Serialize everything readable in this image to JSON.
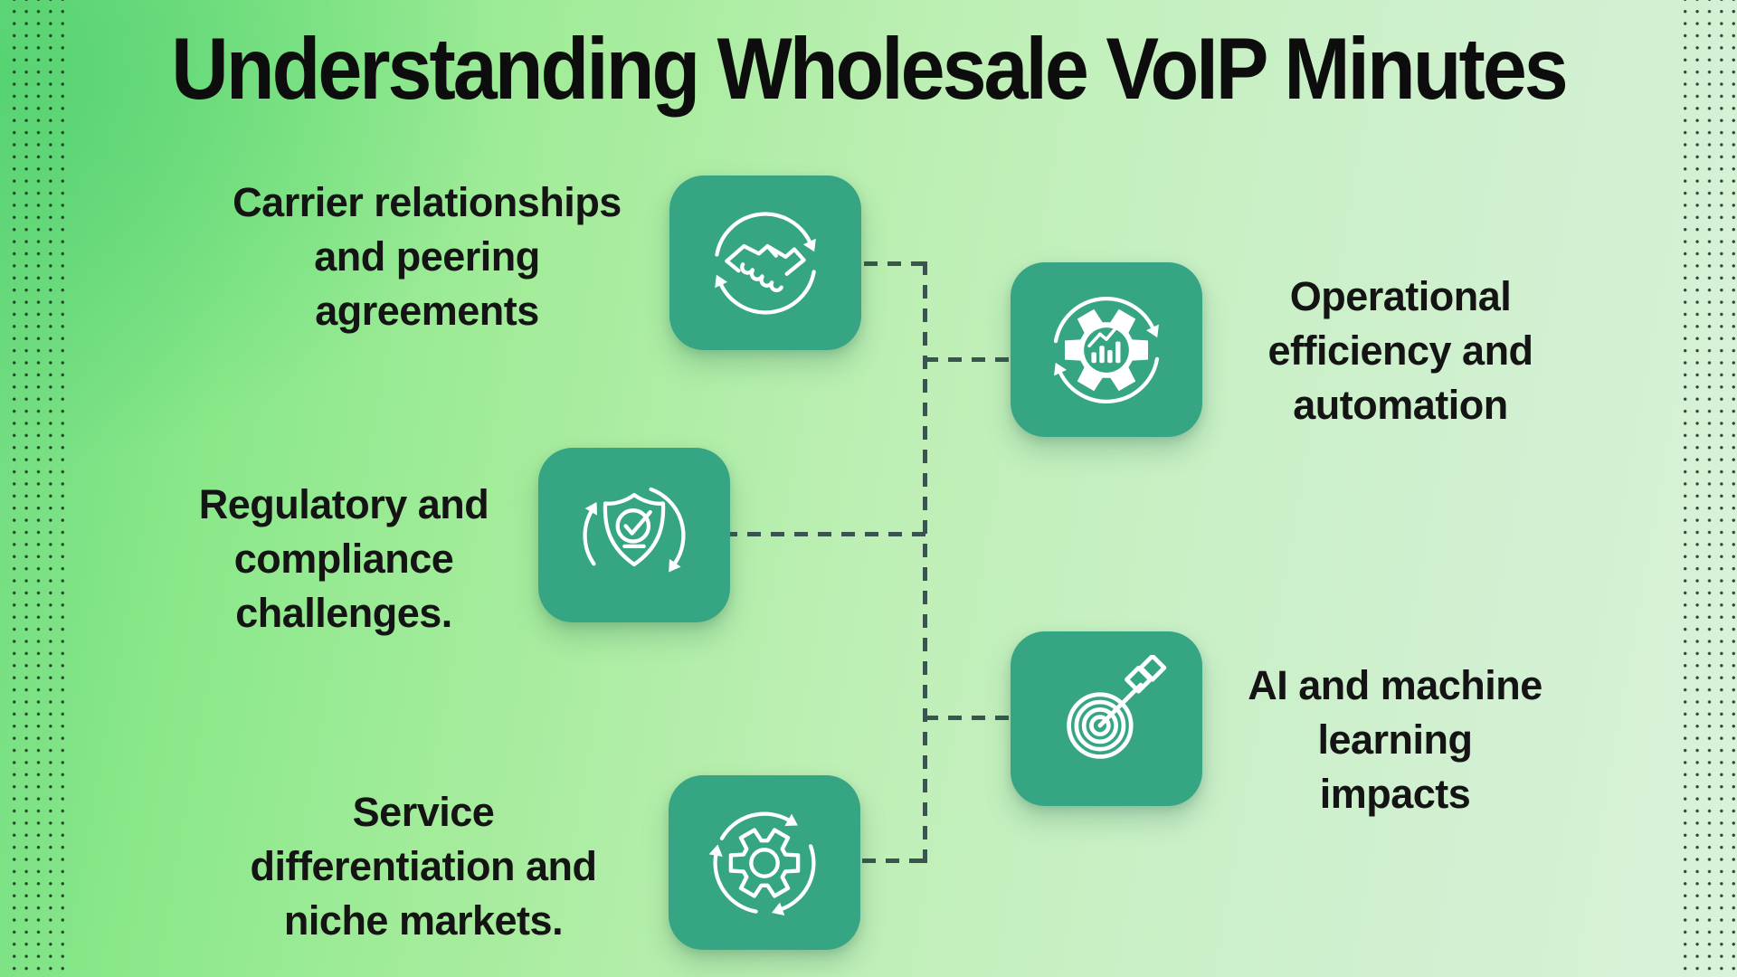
{
  "title": "Understanding Wholesale VoIP Minutes",
  "colors": {
    "tile_green": "#35a584",
    "connector_slate": "#3a5450",
    "background_green_left": "#6bda7e",
    "background_green_right": "#d9f2da",
    "text_black": "#141414",
    "icon_white": "#ffffff"
  },
  "items": [
    {
      "id": "carrier",
      "icon": "handshake-sync-icon",
      "label": "Carrier relationships and peering agreements",
      "lines": [
        "Carrier relationships",
        "and peering",
        "agreements"
      ]
    },
    {
      "id": "operational",
      "icon": "gear-growth-chart-icon",
      "label": "Operational efficiency and automation",
      "lines": [
        "Operational",
        "efficiency and",
        "automation"
      ]
    },
    {
      "id": "regulatory",
      "icon": "shield-check-icon",
      "label": "Regulatory and compliance challenges.",
      "lines": [
        "Regulatory and",
        "compliance",
        "challenges."
      ]
    },
    {
      "id": "ai",
      "icon": "target-dart-icon",
      "label": "AI and machine learning impacts",
      "lines": [
        "AI and machine",
        "learning",
        "impacts"
      ]
    },
    {
      "id": "service",
      "icon": "gear-cycle-icon",
      "label": "Service differentiation and niche markets.",
      "lines": [
        "Service",
        "differentiation and",
        "niche markets."
      ]
    }
  ]
}
